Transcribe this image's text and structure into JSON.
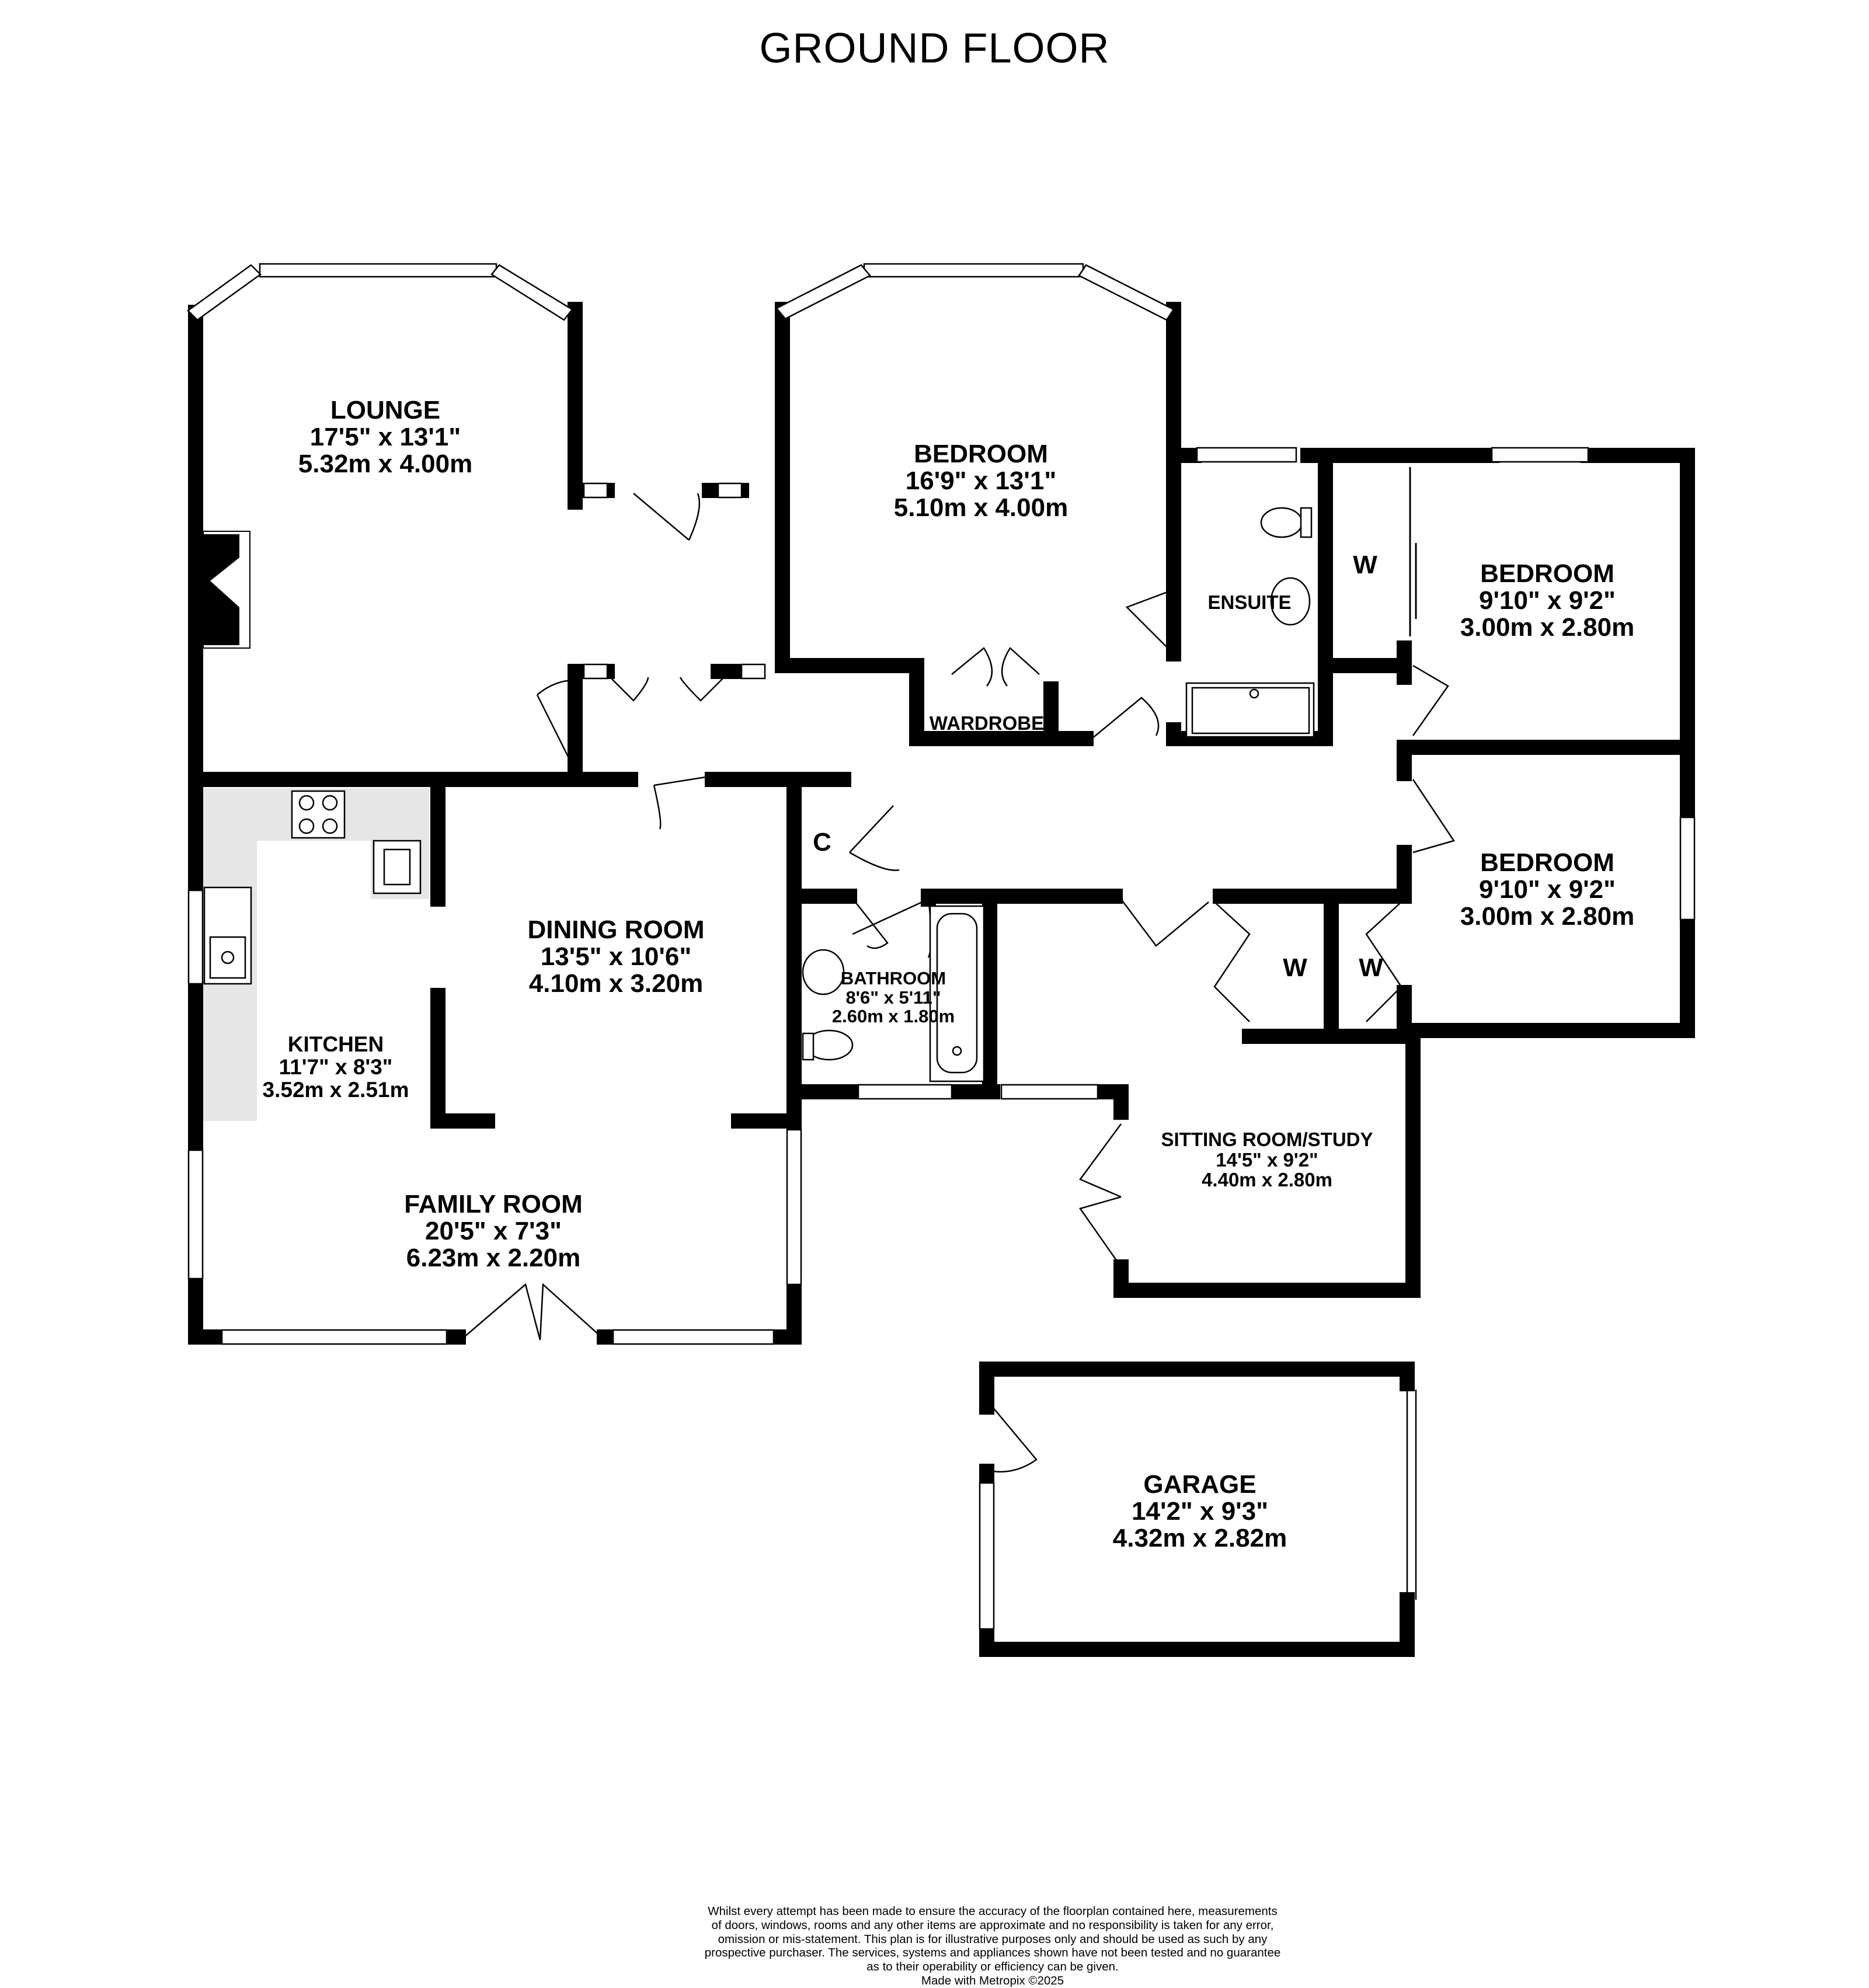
{
  "title": "GROUND FLOOR",
  "rooms": {
    "lounge": {
      "name": "LOUNGE",
      "imperial": "17'5\"  x 13'1\"",
      "metric": "5.32m  x 4.00m"
    },
    "bedroom_main": {
      "name": "BEDROOM",
      "imperial": "16'9\"  x 13'1\"",
      "metric": "5.10m  x 4.00m"
    },
    "bedroom_2": {
      "name": "BEDROOM",
      "imperial": "9'10\"  x 9'2\"",
      "metric": "3.00m  x 2.80m"
    },
    "bedroom_3": {
      "name": "BEDROOM",
      "imperial": "9'10\"  x 9'2\"",
      "metric": "3.00m  x 2.80m"
    },
    "ensuite": {
      "name": "ENSUITE"
    },
    "wardrobe": {
      "name": "WARDROBE"
    },
    "dining_room": {
      "name": "DINING ROOM",
      "imperial": "13'5\"  x 10'6\"",
      "metric": "4.10m  x 3.20m"
    },
    "kitchen": {
      "name": "KITCHEN",
      "imperial": "11'7\"  x 8'3\"",
      "metric": "3.52m  x 2.51m"
    },
    "bathroom": {
      "name": "BATHROOM",
      "imperial": "8'6\"  x 5'11\"",
      "metric": "2.60m  x 1.80m"
    },
    "sitting_room": {
      "name": "SITTING ROOM/STUDY",
      "imperial": "14'5\"  x 9'2\"",
      "metric": "4.40m  x 2.80m"
    },
    "family_room": {
      "name": "FAMILY ROOM",
      "imperial": "20'5\"  x 7'3\"",
      "metric": "6.23m  x 2.20m"
    },
    "garage": {
      "name": "GARAGE",
      "imperial": "14'2\"  x 9'3\"",
      "metric": "4.32m  x 2.82m"
    }
  },
  "cupboards": {
    "c": "C",
    "w1": "W",
    "w2": "W",
    "w3": "W"
  },
  "disclaimer": [
    "Whilst every attempt has been made to ensure the accuracy of the floorplan contained here, measurements",
    "of doors, windows, rooms and any other items are approximate and no responsibility is taken for any error,",
    "omission or mis-statement. This plan is for illustrative purposes only and should be used as such by any",
    "prospective purchaser. The services, systems and appliances shown have not been tested and no guarantee",
    "as to their operability or efficiency can be given.",
    "Made with Metropix ©2025"
  ]
}
